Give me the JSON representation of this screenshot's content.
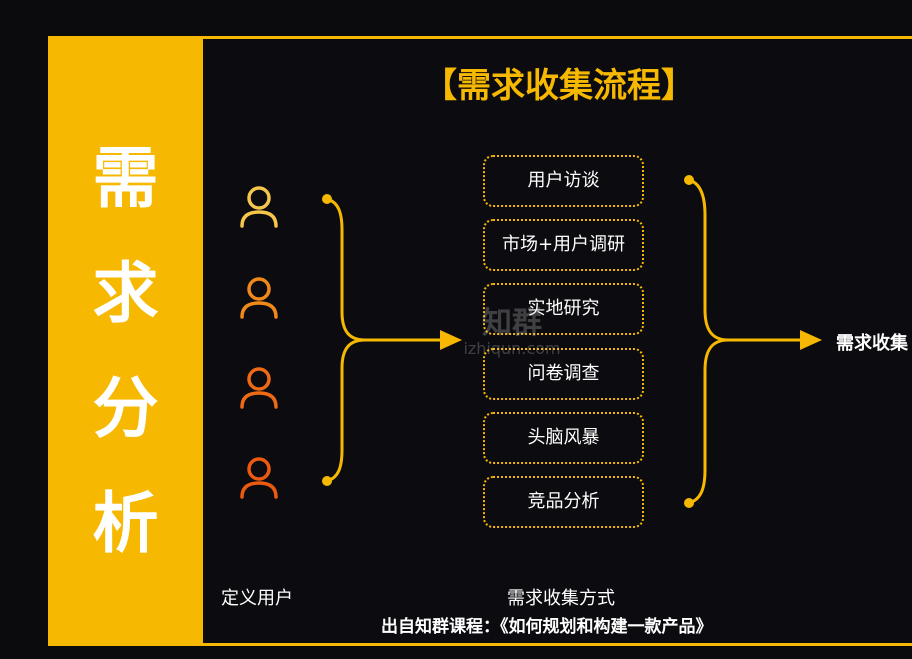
{
  "sidebar": {
    "chars": [
      "需",
      "求",
      "分",
      "析"
    ]
  },
  "title": "【需求收集流程】",
  "users": {
    "caption": "定义用户",
    "icon_colors": [
      "#f5c64a",
      "#f0891a",
      "#ee6a14",
      "#ec5a12"
    ]
  },
  "methods": {
    "caption": "需求收集方式",
    "items": [
      "用户访谈",
      "市场+用户调研",
      "实地研究",
      "问卷调查",
      "头脑风暴",
      "竞品分析"
    ]
  },
  "result_label": "需求收集",
  "source": "出自知群课程：《如何规划和构建一款产品》",
  "watermark": {
    "name": "知群",
    "url": "izhiqun.com"
  },
  "colors": {
    "accent": "#f6b800",
    "background": "#0b0a0d",
    "text": "#ffffff"
  }
}
